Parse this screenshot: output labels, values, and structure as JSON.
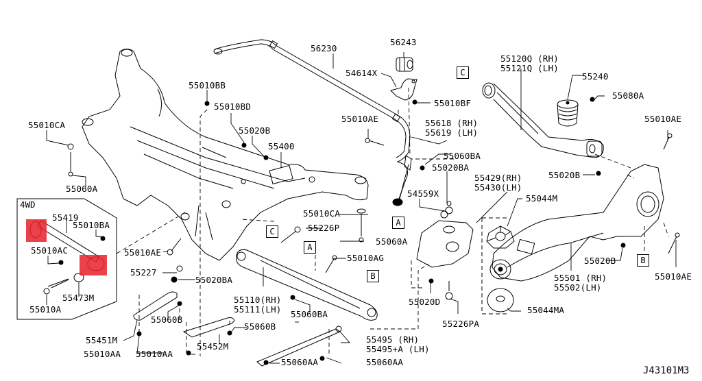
{
  "diagram": {
    "id": "J43101M3",
    "group_label": "4WD",
    "highlight_color": "#e8202a",
    "labels": [
      {
        "key": "56230",
        "text": "56230"
      },
      {
        "key": "56243",
        "text": "56243"
      },
      {
        "key": "54614X",
        "text": "54614X"
      },
      {
        "key": "55010BF",
        "text": "55010BF"
      },
      {
        "key": "55010BB",
        "text": "55010BB"
      },
      {
        "key": "55010BD",
        "text": "55010BD"
      },
      {
        "key": "55020B_top",
        "text": "55020B"
      },
      {
        "key": "55400",
        "text": "55400"
      },
      {
        "key": "55010CA_left",
        "text": "55010CA"
      },
      {
        "key": "55060A_left",
        "text": "55060A"
      },
      {
        "key": "55010AE_mid",
        "text": "55010AE"
      },
      {
        "key": "55618_619",
        "text": "55618 (RH)\n55619 (LH)"
      },
      {
        "key": "55060BA_top",
        "text": "55060BA"
      },
      {
        "key": "55020BA_top",
        "text": "55020BA"
      },
      {
        "key": "54559X",
        "text": "54559X"
      },
      {
        "key": "55429_430",
        "text": "55429(RH)\n55430(LH)"
      },
      {
        "key": "55044M",
        "text": "55044M"
      },
      {
        "key": "55120Q_121Q",
        "text": "55120Q (RH)\n55121Q (LH)"
      },
      {
        "key": "55240",
        "text": "55240"
      },
      {
        "key": "55080A",
        "text": "55080A"
      },
      {
        "key": "55010AE_right_top",
        "text": "55010AE"
      },
      {
        "key": "55020B_right",
        "text": "55020B"
      },
      {
        "key": "55020B_lower_right",
        "text": "55020B"
      },
      {
        "key": "55501_502",
        "text": "55501 (RH)\n55502(LH)"
      },
      {
        "key": "55010AE_right_bottom",
        "text": "55010AE"
      },
      {
        "key": "55044MA",
        "text": "55044MA"
      },
      {
        "key": "55020D",
        "text": "55020D"
      },
      {
        "key": "55226PA",
        "text": "55226PA"
      },
      {
        "key": "55010CA_mid",
        "text": "55010CA"
      },
      {
        "key": "55060A_mid",
        "text": "55060A"
      },
      {
        "key": "55226P",
        "text": "55226P"
      },
      {
        "key": "55010AG",
        "text": "55010AG"
      },
      {
        "key": "55110_111",
        "text": "55110(RH)\n55111(LH)"
      },
      {
        "key": "55060BA_bottom",
        "text": "55060BA"
      },
      {
        "key": "55495",
        "text": "55495 (RH)\n55495+A (LH)"
      },
      {
        "key": "55060AA_right",
        "text": "55060AA"
      },
      {
        "key": "55060AA_left",
        "text": "55060AA"
      },
      {
        "key": "55060B_right",
        "text": "55060B"
      },
      {
        "key": "55452M",
        "text": "55452M"
      },
      {
        "key": "55010AA_mid",
        "text": "55010AA"
      },
      {
        "key": "55010AA_left",
        "text": "55010AA"
      },
      {
        "key": "55451M",
        "text": "55451M"
      },
      {
        "key": "55060B_left",
        "text": "55060B"
      },
      {
        "key": "55227",
        "text": "55227"
      },
      {
        "key": "55020BA_mid",
        "text": "55020BA"
      },
      {
        "key": "55010AE_left",
        "text": "55010AE"
      },
      {
        "key": "55419",
        "text": "55419"
      },
      {
        "key": "55010BA",
        "text": "55010BA"
      },
      {
        "key": "55010AC",
        "text": "55010AC"
      },
      {
        "key": "55473M",
        "text": "55473M"
      },
      {
        "key": "55010A",
        "text": "55010A"
      }
    ],
    "refs": [
      {
        "key": "C_top",
        "text": "C"
      },
      {
        "key": "A_right",
        "text": "A"
      },
      {
        "key": "C_mid",
        "text": "C"
      },
      {
        "key": "A_mid",
        "text": "A"
      },
      {
        "key": "B_mid",
        "text": "B"
      },
      {
        "key": "B_right",
        "text": "B"
      }
    ]
  }
}
